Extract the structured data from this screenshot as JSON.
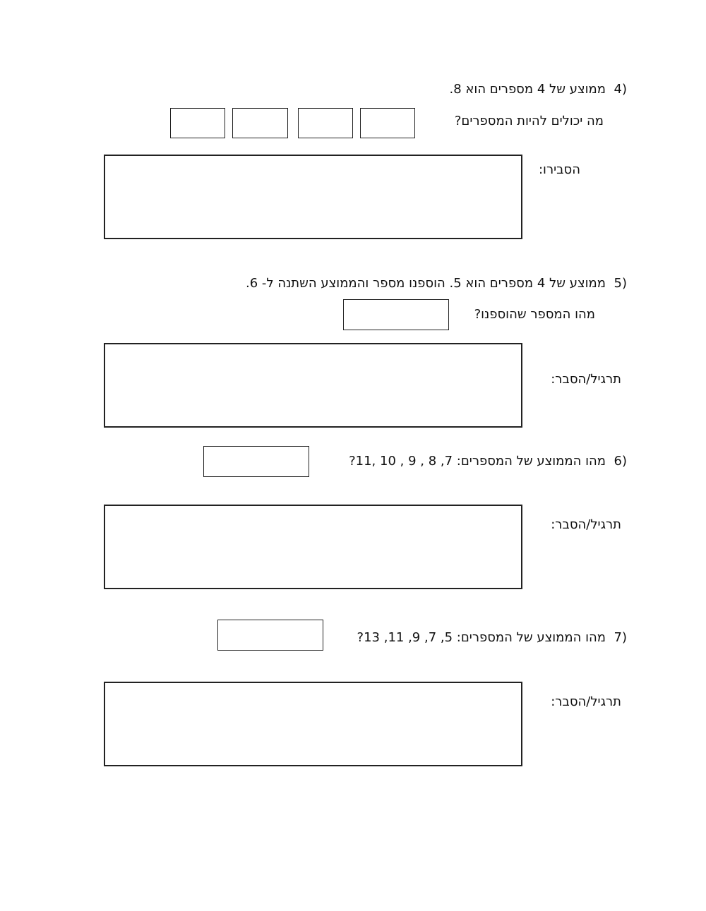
{
  "worksheet": {
    "questions": [
      {
        "number": "4)",
        "text": "ממוצע של 4 מספרים הוא 8.",
        "sub_text": "מה יכולים להיות המספרים?",
        "explain_label": "הסבירו:",
        "answer_boxes": [
          "",
          "",
          "",
          ""
        ],
        "explain_value": ""
      },
      {
        "number": "5)",
        "text": "ממוצע של 4 מספרים הוא 5. הוספנו מספר והממוצע השתנה ל- 6.",
        "sub_text": "מהו המספר שהוספנו?",
        "explain_label": "תרגיל/הסבר:",
        "answer_boxes": [
          ""
        ],
        "explain_value": ""
      },
      {
        "number": "6)",
        "text": "מהו הממוצע של המספרים: 7, 8 , 9 , 10 ,11?",
        "explain_label": "תרגיל/הסבר:",
        "answer_boxes": [
          ""
        ],
        "explain_value": ""
      },
      {
        "number": "7)",
        "text": "מהו הממוצע של המספרים: 5, 7, 9, 11, 13?",
        "explain_label": "תרגיל/הסבר:",
        "answer_boxes": [
          ""
        ],
        "explain_value": ""
      }
    ]
  }
}
